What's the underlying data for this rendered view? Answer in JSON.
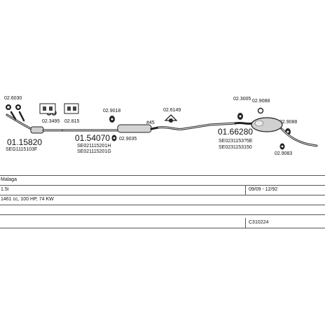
{
  "parts": {
    "p1": {
      "code": "01.15820",
      "sub": "SEG1115103F"
    },
    "p2": {
      "code": "01.54070",
      "sub1": "SE021115201H",
      "sub2": "SE021115201G"
    },
    "p3": {
      "code": "01.66280",
      "sub1": "SE0231153?5E",
      "sub2": "SE0231153150"
    }
  },
  "small_labels": {
    "a": "02.6030",
    "b": "02.3495",
    "c": "02.815",
    "d": "02.9018",
    "e": "02.9035",
    "f": "#45",
    "g": "02.6149",
    "h": "02.3005",
    "i": "02.9088",
    "j": "02.9088",
    "k": "02.9083"
  },
  "info": {
    "model": "Malaga",
    "engine": "1.5i",
    "dates": "09/09 - 12/92",
    "spec": "1461 cc, 100 HP, 74 KW",
    "catalog": "C310224"
  }
}
